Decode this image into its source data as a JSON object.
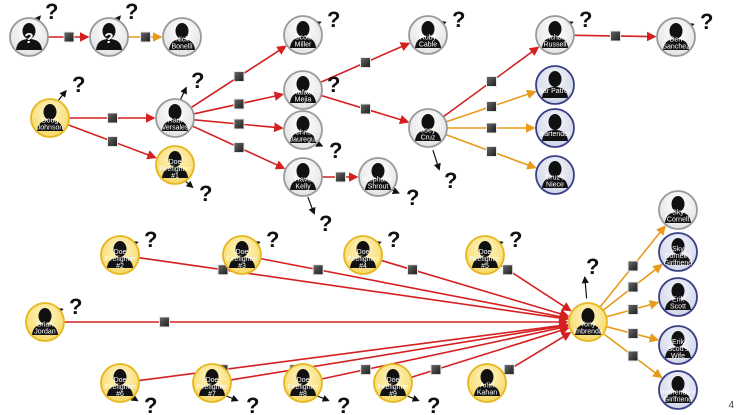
{
  "page_number": "4",
  "colors": {
    "red_link": "#d42020",
    "orange_link": "#e89a1a",
    "white_fill": "#f4f4f4",
    "yellow_fill": "#fbe48c",
    "yellow_ring": "#e6b71e",
    "blue_fill": "#dfe3ef",
    "blue_ring": "#3a3f87",
    "gray_ring": "#9a9a9a"
  },
  "nodes": [
    {
      "id": "u1",
      "label": "",
      "style": "unknown"
    },
    {
      "id": "u2",
      "label": "",
      "style": "unknown"
    },
    {
      "id": "nick",
      "label": "Nick|Bonelli",
      "style": "white"
    },
    {
      "id": "doug",
      "label": "Doug|Johnson",
      "style": "yellow"
    },
    {
      "id": "raul",
      "label": "Raul|Versales",
      "style": "white"
    },
    {
      "id": "dff1",
      "label": "Doe|Firefighter|#1",
      "style": "yellow"
    },
    {
      "id": "scott",
      "label": "Scott|Miller",
      "style": "white"
    },
    {
      "id": "rafael",
      "label": "Rafael|Mejia",
      "style": "white"
    },
    {
      "id": "chris",
      "label": "Chris|Jauregui",
      "style": "white"
    },
    {
      "id": "travis",
      "label": "Travis|Kelly",
      "style": "white"
    },
    {
      "id": "stephanie",
      "label": "Stephanie|Shrout",
      "style": "white"
    },
    {
      "id": "ruby",
      "label": "Ruby|Cable",
      "style": "white"
    },
    {
      "id": "joey",
      "label": "Joey|Cruz",
      "style": "white"
    },
    {
      "id": "michael",
      "label": "Michael|Russell",
      "style": "white"
    },
    {
      "id": "ben",
      "label": "Ben|Sanchez",
      "style": "white"
    },
    {
      "id": "patron",
      "label": "Bar Patron",
      "style": "blue"
    },
    {
      "id": "bartender",
      "label": "Bartender",
      "style": "blue"
    },
    {
      "id": "niece",
      "label": "Cruz's|Niece",
      "style": "blue"
    },
    {
      "id": "dff2",
      "label": "Doe|Firefighter|#2",
      "style": "yellow"
    },
    {
      "id": "dff3",
      "label": "Doe|Firefighter|#3",
      "style": "yellow"
    },
    {
      "id": "dff4",
      "label": "Doe|Firefighter|#4",
      "style": "yellow"
    },
    {
      "id": "dff5",
      "label": "Doe|Firefighter|#5",
      "style": "yellow"
    },
    {
      "id": "brian",
      "label": "Brian|Jordan",
      "style": "yellow"
    },
    {
      "id": "tony",
      "label": "Tony|Imbrenda",
      "style": "yellow"
    },
    {
      "id": "dff6",
      "label": "Doe|Firefighter|#6",
      "style": "yellow"
    },
    {
      "id": "dff7",
      "label": "Doe|Firefighter|#7",
      "style": "yellow"
    },
    {
      "id": "dff8",
      "label": "Doe|Firefighter|#8",
      "style": "yellow"
    },
    {
      "id": "dff9",
      "label": "Doe|Firefighter|#9",
      "style": "yellow"
    },
    {
      "id": "arlin",
      "label": "Arlin|Kahan",
      "style": "yellow"
    },
    {
      "id": "sky",
      "label": "Sky|Cornell",
      "style": "white"
    },
    {
      "id": "skygf",
      "label": "Sky|Cornell's|Girlfriend",
      "style": "blue"
    },
    {
      "id": "erik",
      "label": "Erik|Scott",
      "style": "blue"
    },
    {
      "id": "erikwife",
      "label": "Erik|Scott's|Wife",
      "style": "blue"
    },
    {
      "id": "imbgf",
      "label": "Imbrenda's|Girlfriend",
      "style": "blue"
    }
  ],
  "links": [
    {
      "from": "u1",
      "to": "u2",
      "color": "red"
    },
    {
      "from": "u2",
      "to": "nick",
      "color": "orange"
    },
    {
      "from": "doug",
      "to": "raul",
      "color": "red"
    },
    {
      "from": "doug",
      "to": "dff1",
      "color": "red"
    },
    {
      "from": "raul",
      "to": "scott",
      "color": "red"
    },
    {
      "from": "raul",
      "to": "rafael",
      "color": "red"
    },
    {
      "from": "raul",
      "to": "chris",
      "color": "red"
    },
    {
      "from": "raul",
      "to": "travis",
      "color": "red"
    },
    {
      "from": "rafael",
      "to": "ruby",
      "color": "red"
    },
    {
      "from": "rafael",
      "to": "joey",
      "color": "red"
    },
    {
      "from": "travis",
      "to": "stephanie",
      "color": "red"
    },
    {
      "from": "joey",
      "to": "michael",
      "color": "red"
    },
    {
      "from": "michael",
      "to": "ben",
      "color": "red"
    },
    {
      "from": "joey",
      "to": "patron",
      "color": "orange"
    },
    {
      "from": "joey",
      "to": "bartender",
      "color": "orange"
    },
    {
      "from": "joey",
      "to": "niece",
      "color": "orange"
    },
    {
      "from": "dff2",
      "to": "tony",
      "color": "red"
    },
    {
      "from": "dff3",
      "to": "tony",
      "color": "red"
    },
    {
      "from": "dff4",
      "to": "tony",
      "color": "red"
    },
    {
      "from": "dff5",
      "to": "tony",
      "color": "red"
    },
    {
      "from": "brian",
      "to": "tony",
      "color": "red"
    },
    {
      "from": "dff6",
      "to": "tony",
      "color": "red"
    },
    {
      "from": "dff7",
      "to": "tony",
      "color": "red"
    },
    {
      "from": "dff8",
      "to": "tony",
      "color": "red"
    },
    {
      "from": "dff9",
      "to": "tony",
      "color": "red"
    },
    {
      "from": "arlin",
      "to": "tony",
      "color": "red"
    },
    {
      "from": "tony",
      "to": "sky",
      "color": "orange"
    },
    {
      "from": "tony",
      "to": "skygf",
      "color": "orange"
    },
    {
      "from": "tony",
      "to": "erik",
      "color": "orange"
    },
    {
      "from": "tony",
      "to": "erikwife",
      "color": "orange"
    },
    {
      "from": "tony",
      "to": "imbgf",
      "color": "orange"
    }
  ],
  "question_marks": [
    {
      "node": "u1",
      "symbol": "?"
    },
    {
      "node": "u2",
      "symbol": "?"
    },
    {
      "node": "doug",
      "symbol": "?"
    },
    {
      "node": "raul",
      "symbol": "?"
    },
    {
      "node": "dff1",
      "symbol": "?"
    },
    {
      "node": "scott",
      "symbol": "?"
    },
    {
      "node": "rafael",
      "symbol": "?"
    },
    {
      "node": "chris",
      "symbol": "?"
    },
    {
      "node": "travis",
      "symbol": "?"
    },
    {
      "node": "stephanie",
      "symbol": "?"
    },
    {
      "node": "ruby",
      "symbol": "?"
    },
    {
      "node": "joey",
      "symbol": "?"
    },
    {
      "node": "michael",
      "symbol": "?"
    },
    {
      "node": "ben",
      "symbol": "?"
    },
    {
      "node": "dff2",
      "symbol": "?"
    },
    {
      "node": "dff3",
      "symbol": "?"
    },
    {
      "node": "dff4",
      "symbol": "?"
    },
    {
      "node": "dff5",
      "symbol": "?"
    },
    {
      "node": "brian",
      "symbol": "?"
    },
    {
      "node": "tony",
      "symbol": "?"
    },
    {
      "node": "dff6",
      "symbol": "?"
    },
    {
      "node": "dff7",
      "symbol": "?"
    },
    {
      "node": "dff8",
      "symbol": "?"
    },
    {
      "node": "dff9",
      "symbol": "?"
    }
  ]
}
